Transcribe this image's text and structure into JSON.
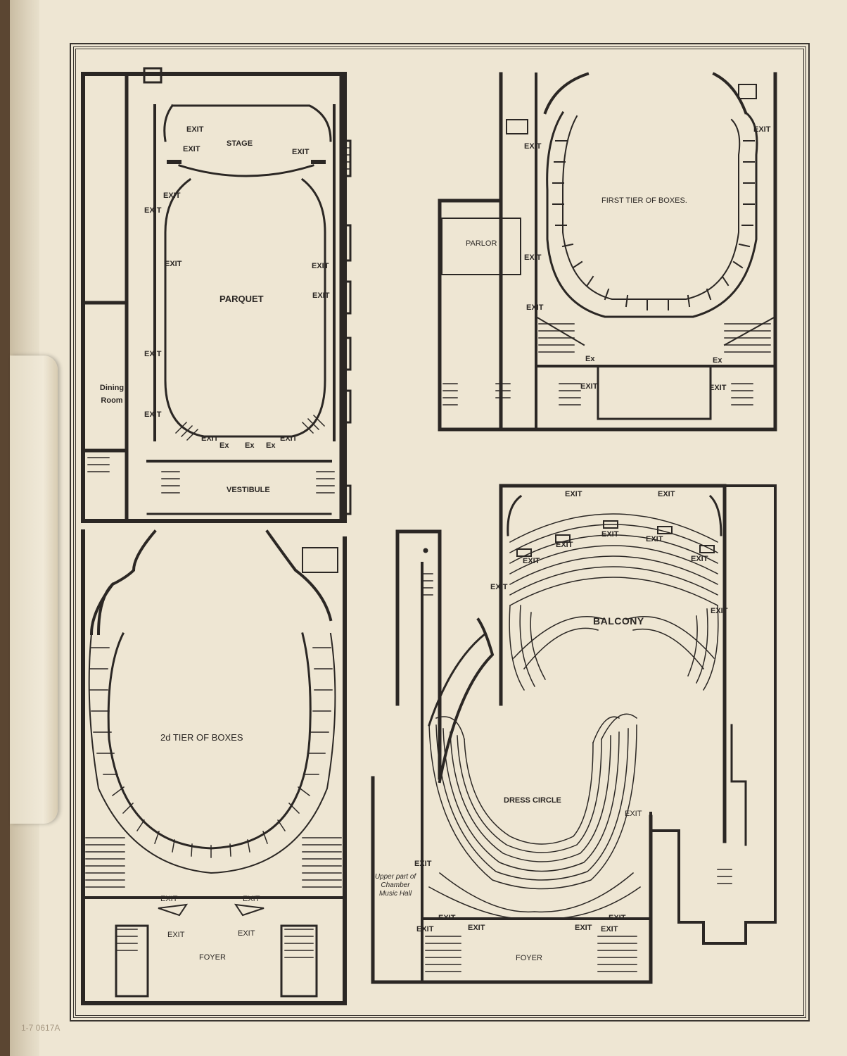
{
  "colors": {
    "ink": "#2b2724",
    "paper": "#eee6d3",
    "binding": "#5b4632"
  },
  "plans": {
    "parquet": {
      "title": "PARQUET",
      "stage": "STAGE",
      "vestibule": "VESTIBULE",
      "dining": "Dining Room",
      "exit": "EXIT",
      "ex": "Ex"
    },
    "first_tier": {
      "title": "FIRST TIER OF BOXES.",
      "parlor": "PARLOR",
      "exit": "EXIT",
      "ex": "Ex"
    },
    "second_tier": {
      "title": "2d TIER OF BOXES",
      "foyer": "FOYER",
      "exit": "EXIT"
    },
    "balcony": {
      "title": "BALCONY",
      "exit": "EXIT"
    },
    "dress_circle": {
      "title": "DRESS CIRCLE",
      "foyer": "FOYER",
      "exit": "EXIT",
      "chamber_note": "Upper part of Chamber Music Hall"
    }
  },
  "pencil_mark": "1-7 0617A"
}
